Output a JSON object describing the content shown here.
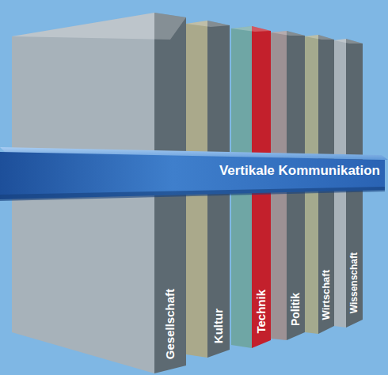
{
  "diagram": {
    "nodes": [
      {
        "text": [
          "Vertikale Kommunikation"
        ]
      },
      {
        "text": [
          "Gesellschaft"
        ]
      },
      {
        "text": [
          "Kultur"
        ]
      },
      {
        "text": [
          "Technik"
        ]
      },
      {
        "text": [
          "Politik"
        ]
      },
      {
        "text": [
          "Wirtschaft"
        ]
      },
      {
        "text": [
          "Wissenschaft"
        ]
      }
    ]
  }
}
